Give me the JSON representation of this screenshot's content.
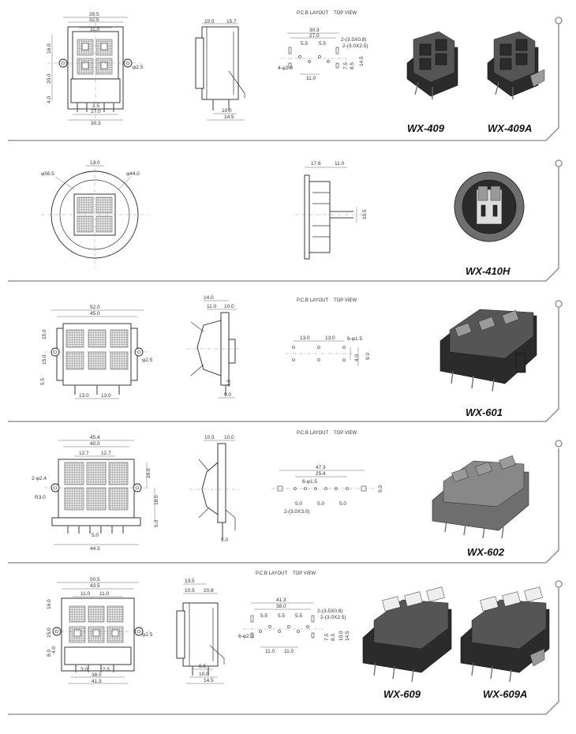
{
  "colors": {
    "rail": "#9a9a9a",
    "dark_plastic": "#2b2b2b",
    "gray_plastic": "#6e6e6e",
    "button": "#9a9a9a"
  },
  "layout_header": {
    "pcb": "P.C.B LAYOUT",
    "top": "TOP VIEW"
  },
  "sections": [
    {
      "models": [
        "WX-409",
        "WX-409A"
      ],
      "front": [
        "39.5",
        "32.5",
        "11.0",
        "16.0",
        "20.0",
        "4.0",
        "2.5",
        "27.0",
        "30.3",
        "φ2.5"
      ],
      "side": [
        "10.5",
        "15.7",
        "10.0",
        "14.5"
      ],
      "pcb": [
        "30.3",
        "27.0",
        "5.5",
        "5.5",
        "2-(3.5X0.8)",
        "2-(3.0X2.5)",
        "4-φ2.0",
        "11.0",
        "7.5",
        "8.5",
        "14.5"
      ]
    },
    {
      "models": [
        "WX-410H"
      ],
      "front": [
        "13.0",
        "φ56.5",
        "φ44.0"
      ],
      "side": [
        "17.6",
        "11.0",
        "10.5"
      ]
    },
    {
      "models": [
        "WX-601"
      ],
      "front": [
        "52.0",
        "45.0",
        "15.0",
        "15.0",
        "5.5",
        "13.0",
        "13.0",
        "φ2.5"
      ],
      "side": [
        "14.0",
        "11.0",
        "10.0",
        "4.0",
        "9.0"
      ],
      "pcb": [
        "13.0",
        "13.0",
        "6-φ1.5",
        "4.0",
        "9.0"
      ]
    },
    {
      "models": [
        "WX-602"
      ],
      "front": [
        "45.4",
        "40.0",
        "12.7",
        "12.7",
        "2-φ2.4",
        "R3.0",
        "16.0",
        "18.5",
        "5.0",
        "5.0",
        "44.3"
      ],
      "side": [
        "10.5",
        "10.0",
        "5.0"
      ],
      "pcb": [
        "47.3",
        "25.4",
        "6-φ1.5",
        "5.0",
        "5.0",
        "5.0",
        "2-(3.0X3.0)",
        "5.0"
      ]
    },
    {
      "models": [
        "WX-609",
        "WX-609A"
      ],
      "front": [
        "50.5",
        "43.5",
        "11.0",
        "11.0",
        "16.0",
        "15.0",
        "8.0",
        "4.0",
        "3.0",
        "2.5",
        "38.0",
        "41.3",
        "φ2.5"
      ],
      "side": [
        "13.5",
        "10.5",
        "10.8",
        "8.5",
        "10.0",
        "14.5"
      ],
      "pcb": [
        "41.3",
        "38.0",
        "5.5",
        "5.5",
        "5.5",
        "2-(3.5X0.8)",
        "2-(3.0X2.5)",
        "6-φ2.0",
        "11.0",
        "11.0",
        "7.5",
        "8.5",
        "10.0",
        "14.5"
      ]
    }
  ]
}
